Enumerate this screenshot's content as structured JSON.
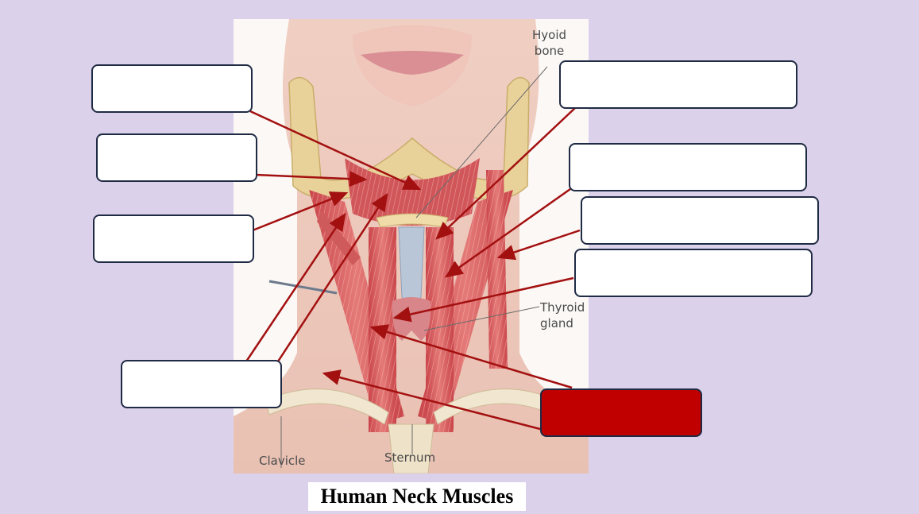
{
  "figure": {
    "labels": {
      "hyoid": [
        "Hyoid",
        "bone"
      ],
      "thyroid": [
        "Thyroid",
        "gland"
      ],
      "clavicle": "Clavicle",
      "sternum": "Sternum"
    }
  },
  "caption": "Human Neck Muscles",
  "label_boxes": [
    {
      "id": "box-1",
      "text": ""
    },
    {
      "id": "box-2",
      "text": ""
    },
    {
      "id": "box-3",
      "text": ""
    },
    {
      "id": "box-4",
      "text": ""
    },
    {
      "id": "box-5",
      "text": ""
    },
    {
      "id": "box-6",
      "text": ""
    },
    {
      "id": "box-7",
      "text": ""
    },
    {
      "id": "box-8",
      "text": ""
    },
    {
      "id": "box-9",
      "text": "",
      "highlighted": true
    }
  ],
  "colors": {
    "background": "#dcd1ea",
    "pointer": "#a31010",
    "box_border": "#1f2a44",
    "highlight": "#c00000"
  }
}
